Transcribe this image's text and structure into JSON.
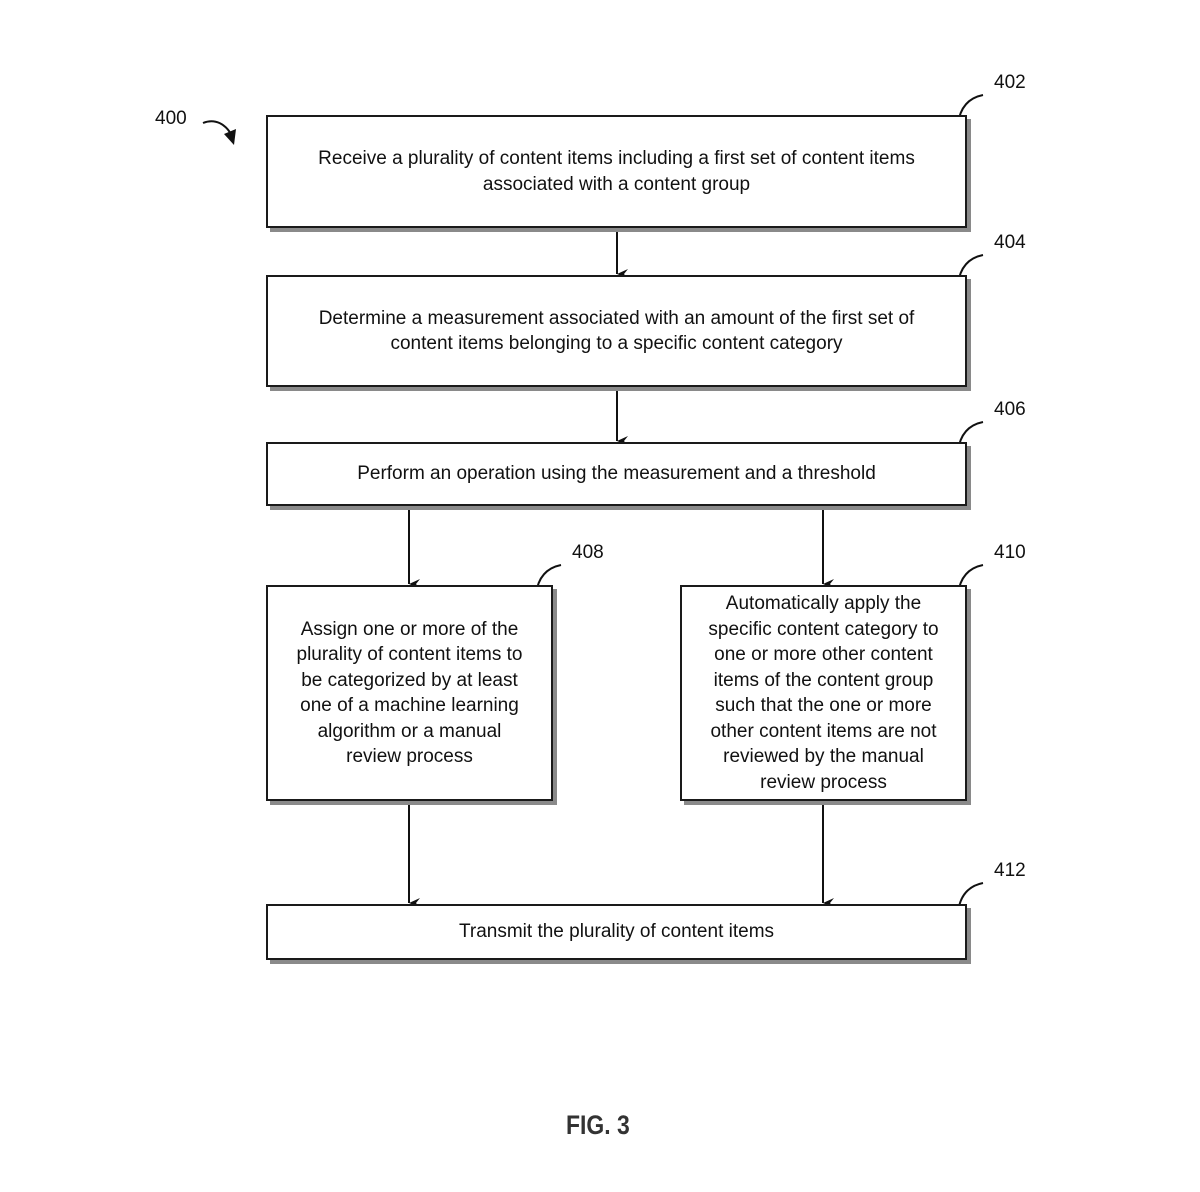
{
  "figure": {
    "label": "FIG. 3",
    "diagram_ref": "400"
  },
  "steps": [
    {
      "ref": "402",
      "lines": [
        "Receive a plurality of content items including a first set of content items",
        "associated with a content group"
      ]
    },
    {
      "ref": "404",
      "lines": [
        "Determine a measurement associated with an amount of the first set of",
        "content items belonging to a specific content category"
      ]
    },
    {
      "ref": "406",
      "lines": [
        "Perform an operation using the measurement and a threshold"
      ]
    },
    {
      "ref": "408",
      "lines": [
        "Assign one or more of the",
        "plurality of content items to",
        "be categorized by at least",
        "one of a machine learning",
        "algorithm or a manual",
        "review process"
      ]
    },
    {
      "ref": "410",
      "lines": [
        "Automatically apply the",
        "specific content category to",
        "one or more other content",
        "items of the content group",
        "such that the one or more",
        "other content items are not",
        "reviewed by the manual",
        "review process"
      ]
    },
    {
      "ref": "412",
      "lines": [
        "Transmit the plurality of content items"
      ]
    }
  ],
  "connections": [
    {
      "from": "402",
      "to": "404"
    },
    {
      "from": "404",
      "to": "406"
    },
    {
      "from": "406",
      "to": "408"
    },
    {
      "from": "406",
      "to": "410"
    },
    {
      "from": "408",
      "to": "412"
    },
    {
      "from": "410",
      "to": "412"
    }
  ]
}
